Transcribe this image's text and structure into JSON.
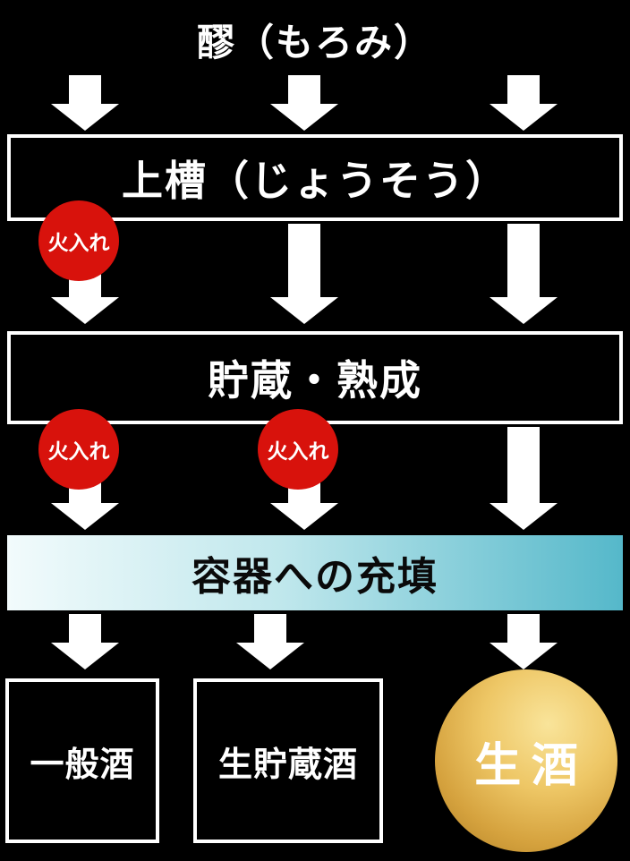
{
  "diagram": {
    "title": "醪（もろみ）",
    "stages": [
      {
        "id": "joso",
        "label": "上槽（じょうそう）"
      },
      {
        "id": "storage",
        "label": "貯蔵・熟成"
      },
      {
        "id": "filling",
        "label": "容器への充填"
      }
    ],
    "badge_label": "火入れ",
    "outputs": [
      {
        "id": "ippanshu",
        "label": "一般酒"
      },
      {
        "id": "namachozo",
        "label": "生貯蔵酒"
      },
      {
        "id": "namazake",
        "label": "生酒"
      }
    ],
    "colors": {
      "background": "#000000",
      "arrow": "#ffffff",
      "box_border": "#ffffff",
      "badge_red": "#d8120c",
      "band_gradient_left": "#f2fbfc",
      "band_gradient_right": "#55b8ca",
      "gold_light": "#f9e49a",
      "gold_dark": "#b07f24"
    }
  }
}
